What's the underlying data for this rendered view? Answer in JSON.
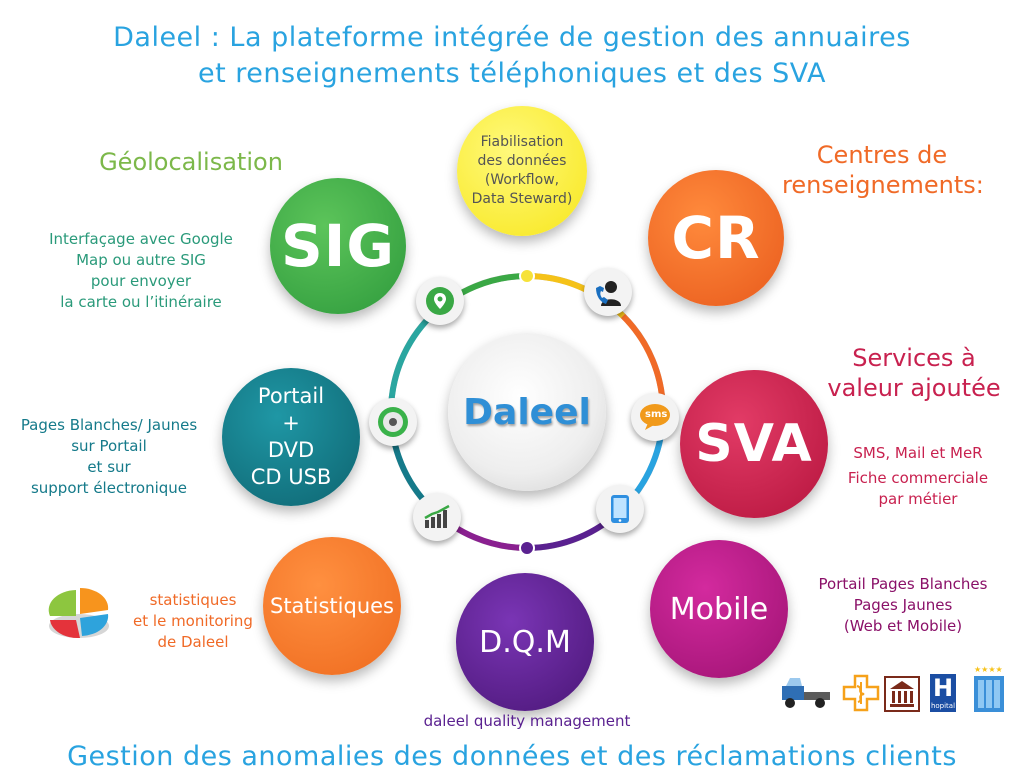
{
  "title": {
    "line1": "Daleel : La plateforme intégrée de gestion des annuaires",
    "line2": "et renseignements téléphoniques et des SVA"
  },
  "center": {
    "label": "Daleel"
  },
  "nodes": {
    "fiabilisation": {
      "lines": [
        "Fiabilisation",
        "des données",
        "(Workflow,",
        "Data Steward)"
      ]
    },
    "sig": {
      "label": "SIG"
    },
    "cr": {
      "label": "CR"
    },
    "portail": {
      "lines": [
        "Portail",
        "+",
        "DVD",
        "CD USB"
      ]
    },
    "sva": {
      "label": "SVA"
    },
    "statistiques": {
      "label": "Statistiques"
    },
    "dqm": {
      "label": "D.Q.M"
    },
    "mobile": {
      "label": "Mobile"
    }
  },
  "annotations": {
    "geo_head": "Géolocalisation",
    "geo_text": [
      "Interfaçage avec Google",
      "Map ou autre SIG",
      "pour envoyer",
      "la carte ou l’itinéraire"
    ],
    "cr_head": [
      "Centres de",
      "renseignements:"
    ],
    "sva_head": [
      "Services à",
      "valeur ajoutée"
    ],
    "sva_text": [
      "SMS, Mail et MeR",
      "Fiche commerciale",
      "par métier"
    ],
    "portail_text": [
      "Pages Blanches/ Jaunes",
      "sur Portail",
      "et sur",
      "support électronique"
    ],
    "stats_text": [
      "statistiques",
      "et le monitoring",
      "de Daleel"
    ],
    "mobile_text": [
      "Portail Pages Blanches",
      "Pages Jaunes",
      "(Web et Mobile)"
    ],
    "dqm_text": "daleel quality management"
  },
  "footer": "Gestion des anomalies des données et des réclamations clients",
  "colors": {
    "title": "#29a3e0",
    "sig": "#3aa845",
    "cr": "#f06a27",
    "portail": "#157a8a",
    "sva": "#c8214f",
    "statistiques": "#f47b2a",
    "dqm": "#5a2190",
    "mobile": "#b51a86",
    "fiabilisation": "#fbef36"
  },
  "icons": [
    "location-pin-icon",
    "phone-user-icon",
    "sms-icon",
    "smartphone-icon",
    "bar-chart-icon",
    "disc-icon",
    "pie-chart-icon",
    "tow-truck-icon",
    "pharmacy-icon",
    "museum-icon",
    "hospital-icon",
    "hotel-building-icon"
  ],
  "icon_texts": {
    "sms": "sms",
    "hospital_letter": "H",
    "hospital_caption": "hopital"
  }
}
